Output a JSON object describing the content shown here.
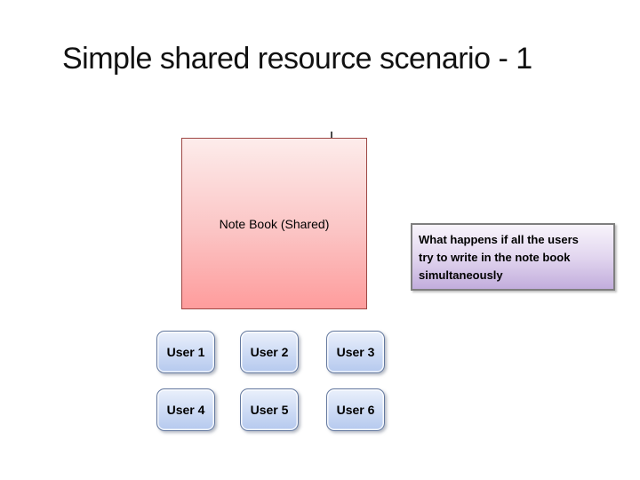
{
  "slide": {
    "title": "Simple shared resource scenario - 1",
    "background_color": "#ffffff",
    "title_color": "#111111"
  },
  "notebook": {
    "label": "Note Book (Shared)",
    "fill_top": "#fdeceb",
    "fill_bottom": "#fe9c9c",
    "border_color": "#9e4744"
  },
  "callout": {
    "text": "What happens if all the users try to write in the note book simultaneously",
    "lines": [
      "What happens if all the users",
      "try to write in the note book",
      "simultaneously"
    ],
    "fill_top": "#f8f4fb",
    "fill_bottom": "#c2addc",
    "border_color": "#7f7f7f"
  },
  "users": {
    "fill_top": "#eaf0fb",
    "fill_bottom": "#b5c9ee",
    "border_color": "#64799f",
    "items": [
      {
        "label": "User 1"
      },
      {
        "label": "User 2"
      },
      {
        "label": "User 3"
      },
      {
        "label": "User 4"
      },
      {
        "label": "User 5"
      },
      {
        "label": "User 6"
      }
    ]
  }
}
